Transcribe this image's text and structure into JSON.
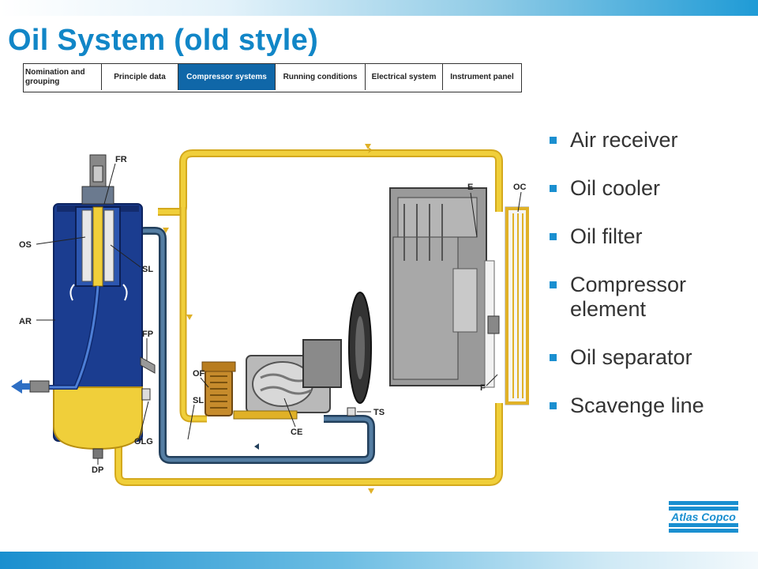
{
  "title": "Oil System (old style)",
  "tabs": [
    {
      "label": "Nomination and grouping",
      "active": false
    },
    {
      "label": "Principle data",
      "active": false
    },
    {
      "label": "Compressor systems",
      "active": true
    },
    {
      "label": "Running conditions",
      "active": false
    },
    {
      "label": "Electrical system",
      "active": false
    },
    {
      "label": "Instrument panel",
      "active": false
    }
  ],
  "bullets": [
    "Air receiver",
    "Oil cooler",
    "Oil filter",
    "Compressor element",
    "Oil separator",
    "Scavenge line"
  ],
  "diagram_labels": {
    "FR": "FR",
    "OS": "OS",
    "SL": "SL",
    "AR": "AR",
    "FP": "FP",
    "OLG": "OLG",
    "DP": "DP",
    "OF": "OF",
    "SL2": "SL",
    "CE": "CE",
    "TS": "TS",
    "E": "E",
    "OC": "OC",
    "F": "F"
  },
  "logo": {
    "text": "Atlas Copco"
  },
  "colors": {
    "accent": "#1186c7",
    "active_tab": "#1067a8",
    "oil_line": "#e8c22a",
    "scavenge_line": "#2f5576",
    "receiver": "#1a3f91",
    "oil": "#e8c22a"
  }
}
